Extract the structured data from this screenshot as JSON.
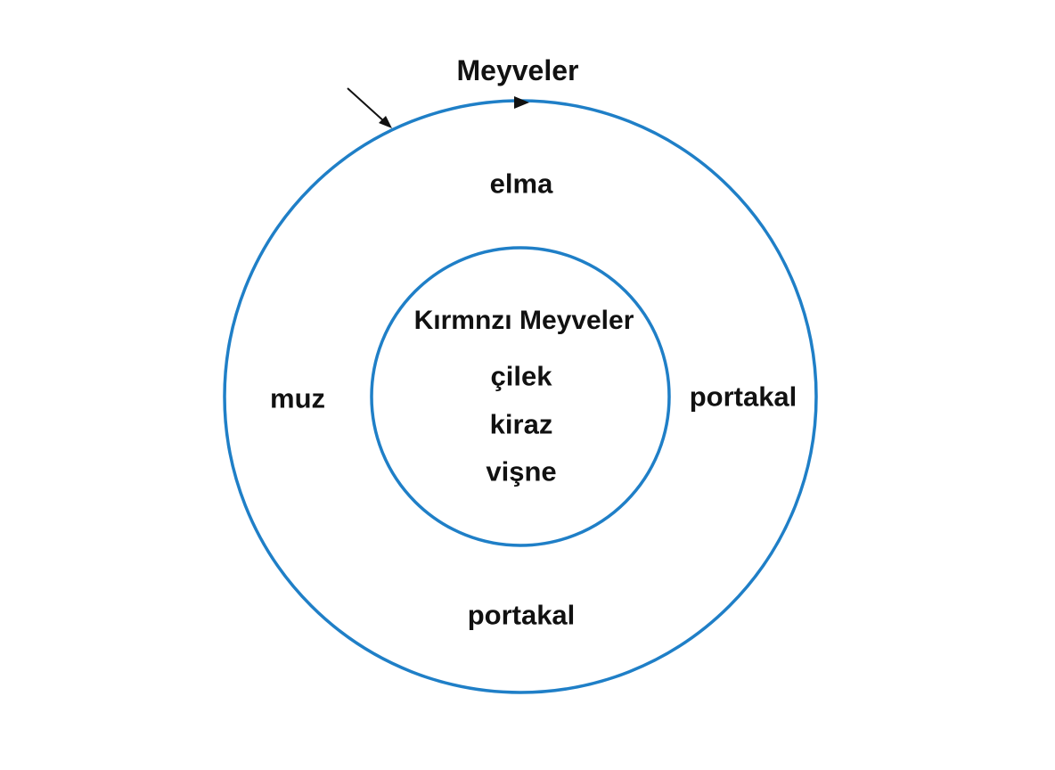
{
  "diagram": {
    "outer_set": {
      "title": "Meyveler",
      "members": {
        "top": "elma",
        "left": "muz",
        "right": "portakal",
        "bottom": "portakal"
      }
    },
    "inner_set": {
      "title": "Kırmnzı Meyveler",
      "members": [
        "çilek",
        "kiraz",
        "vişne"
      ]
    },
    "colors": {
      "circle_stroke": "#1f7fc7",
      "text": "#111111",
      "arrow": "#111111"
    },
    "icons": [
      "pointer-arrow-icon",
      "direction-arrowhead-icon"
    ]
  }
}
